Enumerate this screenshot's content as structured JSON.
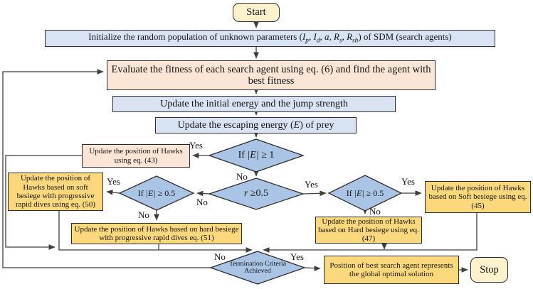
{
  "flowchart": {
    "start": "Start",
    "stop": "Stop",
    "init_segments": [
      {
        "t": "Initialize the random population of unknown parameters (",
        "s": "n"
      },
      {
        "t": "I",
        "s": "i"
      },
      {
        "t": "p",
        "s": "sub"
      },
      {
        "t": ", ",
        "s": "n"
      },
      {
        "t": "I",
        "s": "i"
      },
      {
        "t": "d",
        "s": "sub"
      },
      {
        "t": ", ",
        "s": "n"
      },
      {
        "t": "a",
        "s": "i"
      },
      {
        "t": ", ",
        "s": "n"
      },
      {
        "t": "R",
        "s": "i"
      },
      {
        "t": "s",
        "s": "sub"
      },
      {
        "t": ", ",
        "s": "n"
      },
      {
        "t": "R",
        "s": "i"
      },
      {
        "t": "sh",
        "s": "sub"
      },
      {
        "t": ") of SDM (search agents)",
        "s": "n"
      }
    ],
    "evaluate": "Evaluate the fitness of each search agent using eq. (6) and find the agent with best fitness",
    "energy": "Update the initial energy and the jump strength",
    "escape_segments": [
      {
        "t": "Update the escaping energy (",
        "s": "n"
      },
      {
        "t": "E",
        "s": "i"
      },
      {
        "t": ") of prey",
        "s": "n"
      }
    ],
    "d1_segments": [
      {
        "t": "If ",
        "s": "n"
      },
      {
        "t": "|E|",
        "s": "i"
      },
      {
        "t": " ≥ 1",
        "s": "n"
      }
    ],
    "d2_segments": [
      {
        "t": "r",
        "s": "i"
      },
      {
        "t": " ≥0.5",
        "s": "n"
      }
    ],
    "d3_segments": [
      {
        "t": "If ",
        "s": "n"
      },
      {
        "t": "|E|",
        "s": "i"
      },
      {
        "t": " ≥ 0.5",
        "s": "n"
      }
    ],
    "d4_segments": [
      {
        "t": "If ",
        "s": "n"
      },
      {
        "t": "|E|",
        "s": "i"
      },
      {
        "t": " ≥ 0.5",
        "s": "n"
      }
    ],
    "eq43": "Update the position of Hawks using eq. (43)",
    "eq50": "Update the position of Hawks  based on soft besiege with progressive rapid dives using eq. (50)",
    "eq51": "Update the position of Hawks  based on hard besiege with progressive rapid dives eq. (51)",
    "eq45": "Update the position of Hawks  based on Soft besiege using eq. (45)",
    "eq47": "Update the position of Hawks based on Hard besiege using eq. (47)",
    "termination": "Termination Criteria Achieved",
    "result": "Position of best search agent represents the global optimal solution",
    "labels": {
      "d1_yes": "Yes",
      "d1_no": "No",
      "d2_yes": "Yes",
      "d2_no": "No",
      "d3_yes": "Yes",
      "d3_no": "No",
      "d4_yes": "Yes",
      "d4_no": "No",
      "term_yes": "Yes",
      "term_no": "No"
    },
    "colors": {
      "process_blue": "#dae3f3",
      "process_peach": "#fbe5d6",
      "process_yellow": "#fbd87c",
      "terminal_cream": "#fdf2cc",
      "decision_blue": "#aac4e6",
      "line": "#3f3f3f"
    }
  }
}
